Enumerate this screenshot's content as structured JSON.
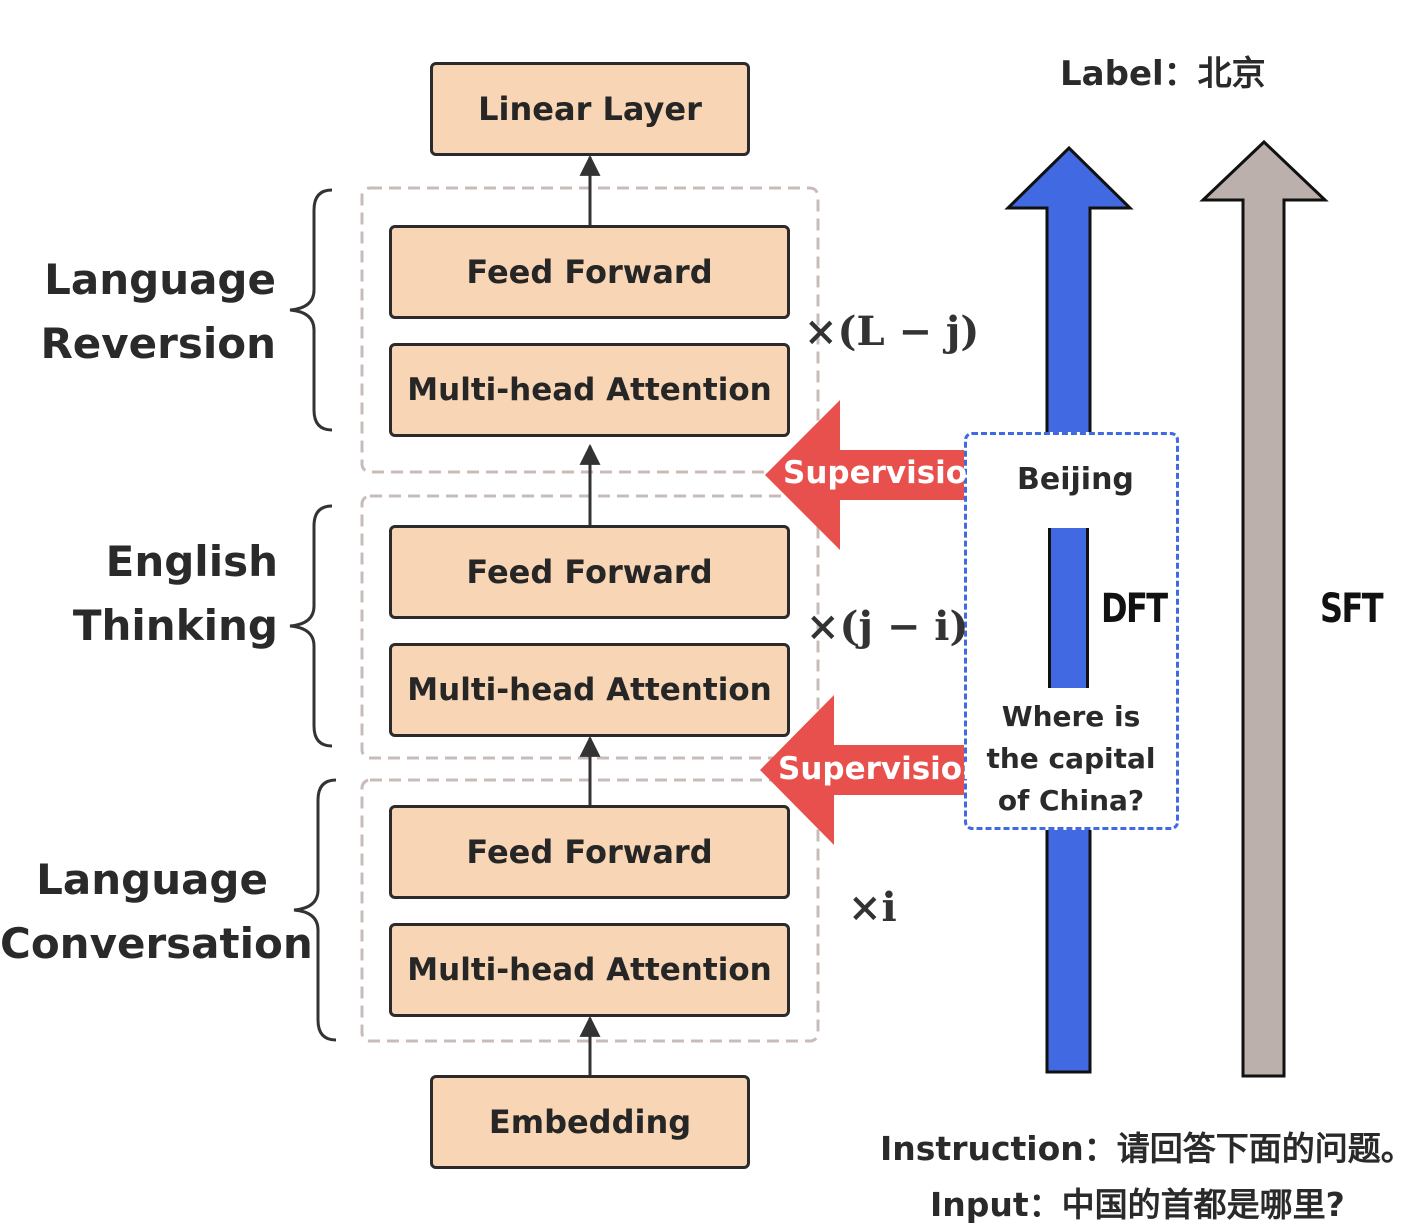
{
  "boxes": {
    "linear_layer": "Linear Layer",
    "feed_forward": "Feed Forward",
    "multi_head_attention": "Multi-head Attention",
    "embedding": "Embedding"
  },
  "groups": {
    "reversion": [
      "Language",
      "Reversion"
    ],
    "thinking": [
      "English",
      "Thinking"
    ],
    "conversation": [
      "Language",
      "Conversation"
    ]
  },
  "multipliers": {
    "top": "×(L − j)",
    "middle": "×(j − i)",
    "bottom": "×i"
  },
  "supervision": "Supervision",
  "label_text": "Label：北京",
  "beijing": "Beijing",
  "question": [
    "Where is",
    "the capital",
    "of China?"
  ],
  "dft": "DFT",
  "sft": "SFT",
  "instruction": "Instruction：请回答下面的问题。",
  "input": "Input：中国的首都是哪里?",
  "colors": {
    "box_fill": "#f8d5b4",
    "dft_arrow": "#4169e1",
    "sft_arrow": "#bcb0ac",
    "supervision": "#e8504d",
    "dashed_group": "#c8bcb8",
    "question_border": "#4169e1"
  }
}
